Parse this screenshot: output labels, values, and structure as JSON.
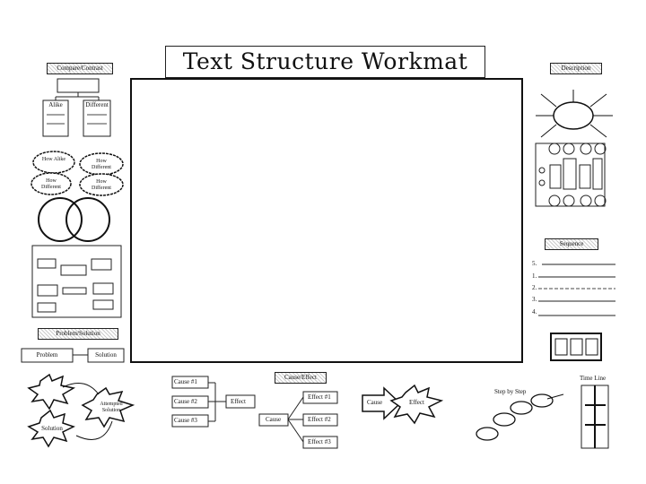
{
  "title": "Text Structure Workmat",
  "compare_contrast": {
    "label": "Compare/Contrast",
    "col_left": "Alike",
    "col_right": "Different"
  },
  "bubbles": [
    "How Alike",
    "How Different",
    "How Different",
    "How Different"
  ],
  "problem_solution": {
    "label": "Problem/Solution",
    "problem": "Problem",
    "solution": "Solution"
  },
  "cause_effect": {
    "label": "Cause/Effect",
    "cause1": "Cause #1",
    "cause2": "Cause #2",
    "cause3": "Cause #3",
    "effect": "Effect",
    "cause": "Cause",
    "effect1": "Effect #1",
    "effect2": "Effect #2",
    "effect3": "Effect #3"
  },
  "arrow": {
    "cause": "Cause",
    "effect": "Effect"
  },
  "sequence": {
    "label": "Sequence",
    "items": [
      "1.",
      "2.",
      "3.",
      "4.",
      "5."
    ]
  },
  "description": {
    "label": "Description"
  },
  "step_by_step": "Step by Step",
  "time_line": "Time Line",
  "bottom_left": {
    "attempted": "Attempted Solution",
    "solution": "Solution"
  }
}
